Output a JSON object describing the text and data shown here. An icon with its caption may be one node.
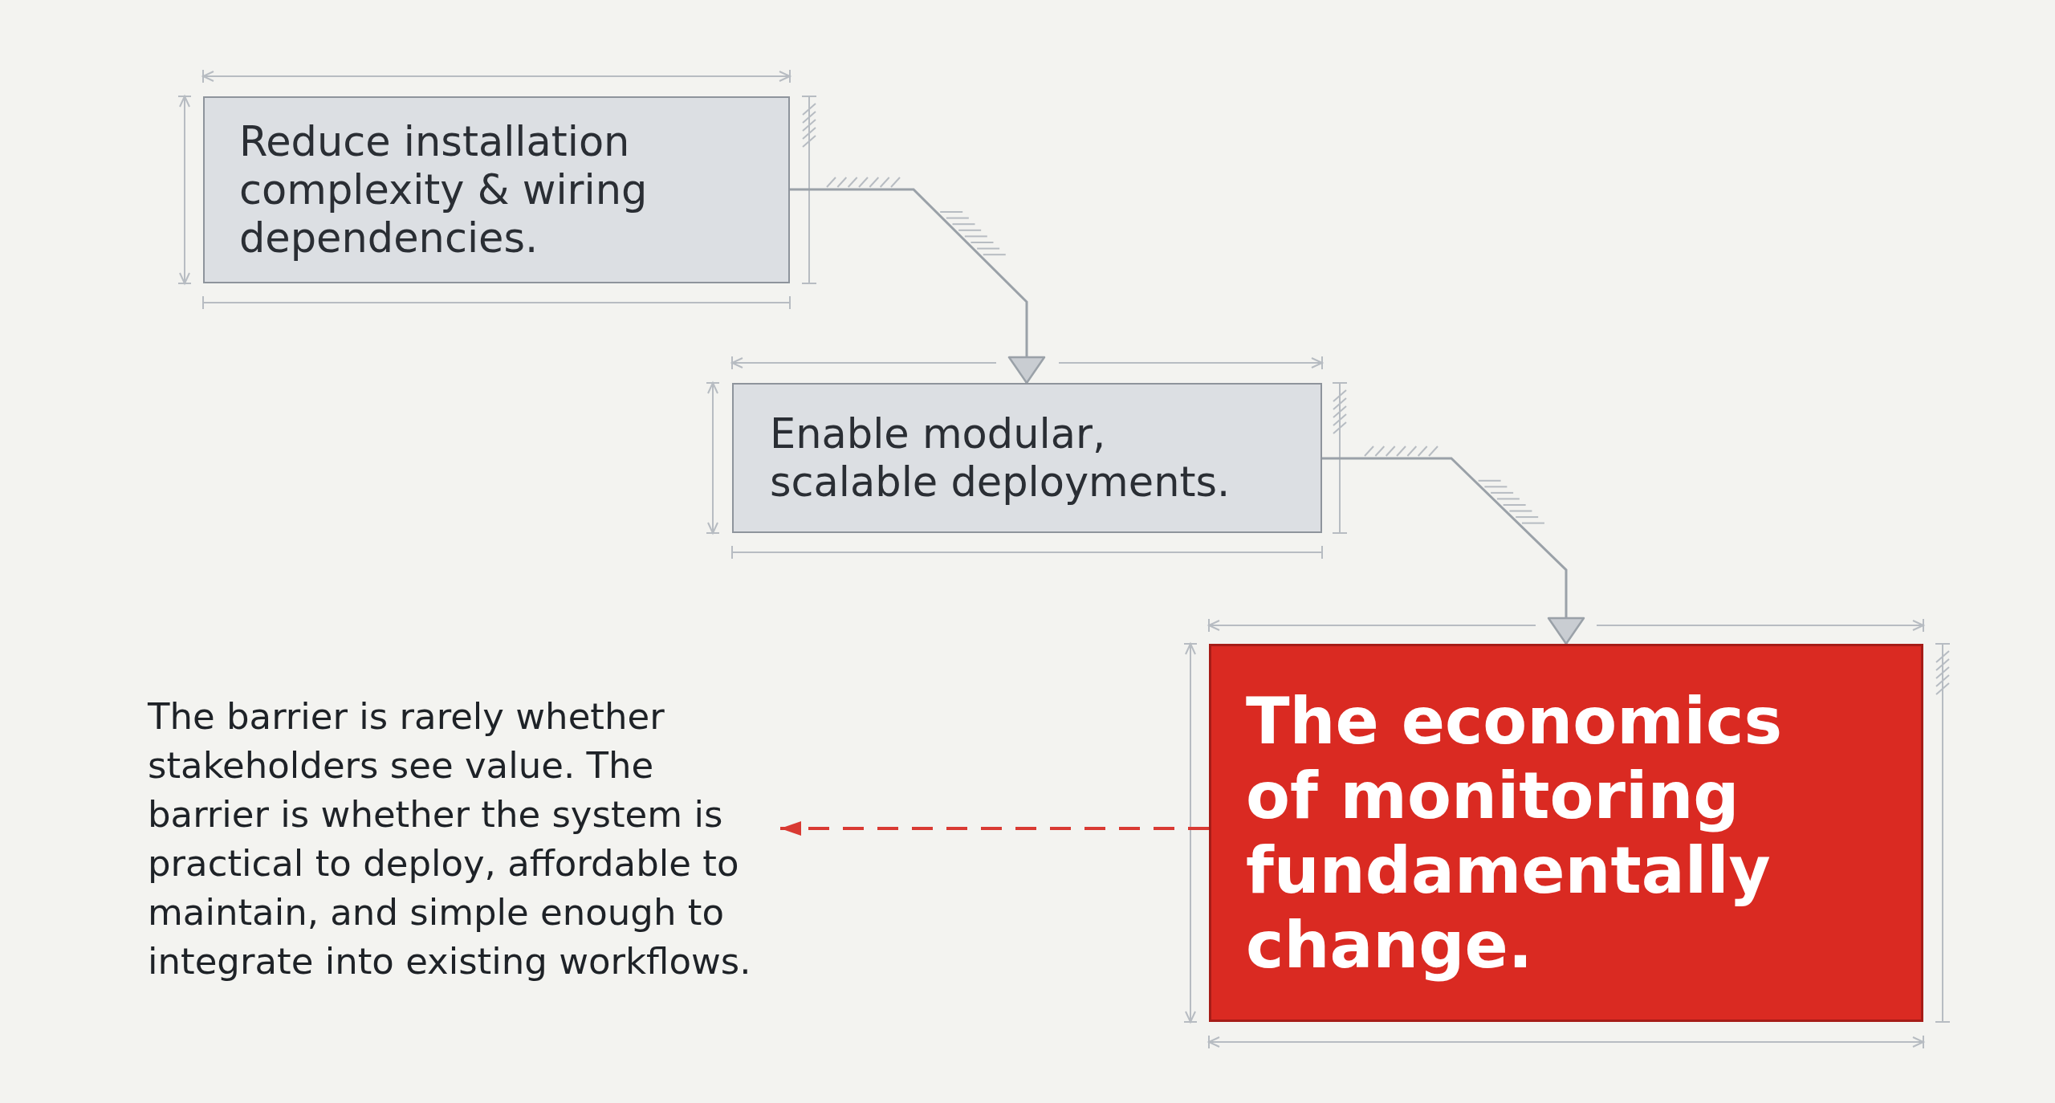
{
  "diagram": {
    "nodes": [
      {
        "text": [
          "Reduce installation complexity & wiring dependencies."
        ]
      },
      {
        "text": [
          "Enable modular, scalable deployments."
        ]
      },
      {
        "text": [
          "The economics of monitoring fundamentally change."
        ]
      },
      {
        "text": [
          "The barrier is rarely whether stakeholders see value. The barrier is whether the system is practical to deploy, affordable to maintain, and simple enough to integrate into existing workflows."
        ]
      }
    ],
    "edges": [
      {
        "from": 0,
        "to": 1,
        "arrow": "to"
      },
      {
        "from": 1,
        "to": 2,
        "arrow": "to"
      },
      {
        "from": 2,
        "to": 3,
        "arrow": "to",
        "style": "dashed",
        "color": "#d93a33"
      }
    ]
  }
}
